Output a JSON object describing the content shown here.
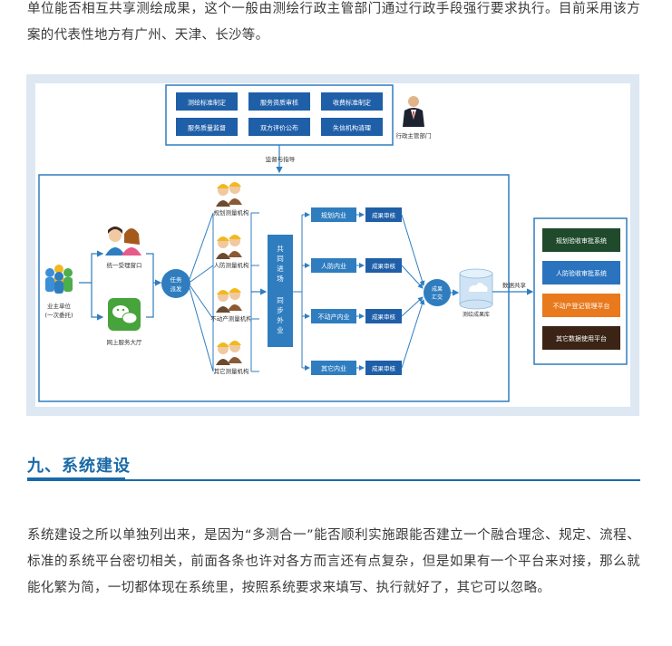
{
  "article": {
    "paragraph1": "单位能否相互共享测绘成果，这个一般由测绘行政主管部门通过行政手段强行要求执行。目前采用该方案的代表性地方有广州、天津、长沙等。",
    "section_title": "九、系统建设",
    "paragraph2": "系统建设之所以单独列出来，是因为“多测合一”能否顺利实施跟能否建立一个融合理念、规定、流程、标准的系统平台密切相关，前面各条也许对各方而言还有点复杂，但是如果有一个平台来对接，那么就能化繁为简，一切都体现在系统里，按照系统要求来填写、执行就好了，其它可以忽略。"
  },
  "diagram": {
    "admin_items": [
      "测绘标准制定",
      "服务资质审核",
      "收费标准制定",
      "服务质量监督",
      "双方评价公布",
      "失信机构清理"
    ],
    "admin_label": "行政主管部门",
    "supervise_label": "监督与指导",
    "client_label": "业主单位",
    "client_sub": "(一次委托)",
    "window_label": "统一受理窗口",
    "online_label": "网上服务大厅",
    "task_label": [
      "任务",
      "派发"
    ],
    "agencies": [
      "规划测量机构",
      "人防测量机构",
      "不动产测量机构",
      "其它测量机构"
    ],
    "shared_label": [
      "共",
      "同",
      "进",
      "场",
      "",
      "同",
      "步",
      "外",
      "业"
    ],
    "indoor": [
      "规划内业",
      "人防内业",
      "不动产内业",
      "其它内业"
    ],
    "review": [
      "成果审核",
      "成果审核",
      "成果审核",
      "成果审核"
    ],
    "submit_label": [
      "成果",
      "汇交"
    ],
    "db_label": "测绘成果库",
    "share_label": "数据共享",
    "systems": [
      "规划验收审批系统",
      "人防验收审批系统",
      "不动产登记管理平台",
      "其它数据使用平台"
    ],
    "colors": {
      "frame": "#2f7dbf",
      "dark_green": "#1f4a2c",
      "blue": "#2a73bf",
      "orange": "#e8791d",
      "dark_brown": "#3b2415",
      "wechat": "#47a33b"
    }
  }
}
